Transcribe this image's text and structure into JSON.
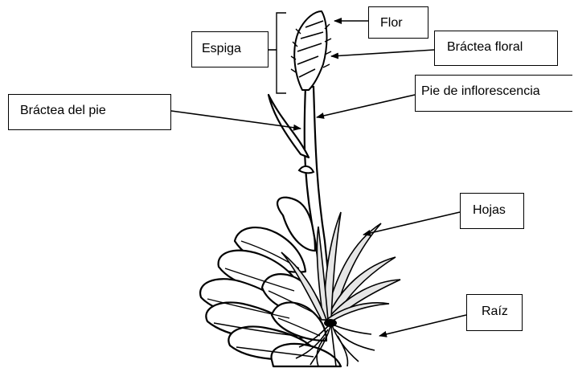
{
  "labels": {
    "flor": "Flor",
    "espiga": "Espiga",
    "bractea_floral": "Bráctea floral",
    "pie_inflorescencia": "Pie de inflorescencia",
    "bractea_pie": "Bráctea del pie",
    "hojas": "Hojas",
    "raiz": "Raíz"
  },
  "colors": {
    "line": "#000000",
    "background": "#ffffff",
    "plant_fill": "#ffffff",
    "leaf_shade": "#e6e6e6"
  }
}
